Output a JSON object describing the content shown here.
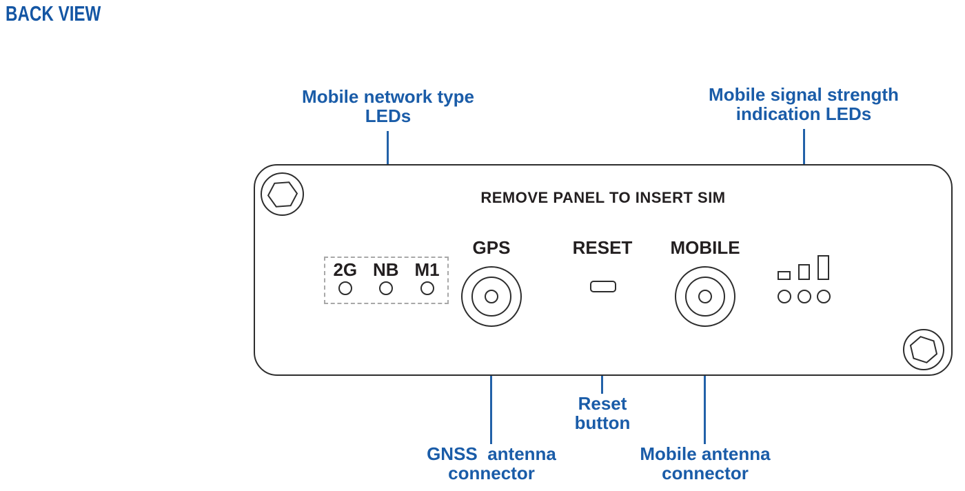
{
  "page": {
    "title": "BACK VIEW"
  },
  "colors": {
    "title_blue": "#1456A4",
    "label_blue": "#1A5CA8",
    "line_blue": "#2261A8",
    "dark_text": "#231F20",
    "panel_stroke": "#2D2D2D",
    "dashed_gray": "#A8A8A8"
  },
  "panel": {
    "sim_notice": "REMOVE PANEL TO INSERT SIM",
    "gps_label": "GPS",
    "reset_label": "RESET",
    "mobile_label": "MOBILE",
    "network_leds": [
      "2G",
      "NB",
      "M1"
    ]
  },
  "callouts": {
    "network": {
      "line1": "Mobile network type",
      "line2": "LEDs"
    },
    "signal": {
      "line1": "Mobile signal strength",
      "line2": "indication LEDs"
    },
    "reset": {
      "line1": "Reset",
      "line2": "button"
    },
    "gnss": {
      "line1": "GNSS  antenna",
      "line2": "connector"
    },
    "mobile_antenna": {
      "line1": "Mobile antenna",
      "line2": "connector"
    }
  },
  "icons": {
    "screw": "hex-socket-screw",
    "connector": "coax-antenna-connector",
    "signal_bars": "signal-strength-bars"
  }
}
